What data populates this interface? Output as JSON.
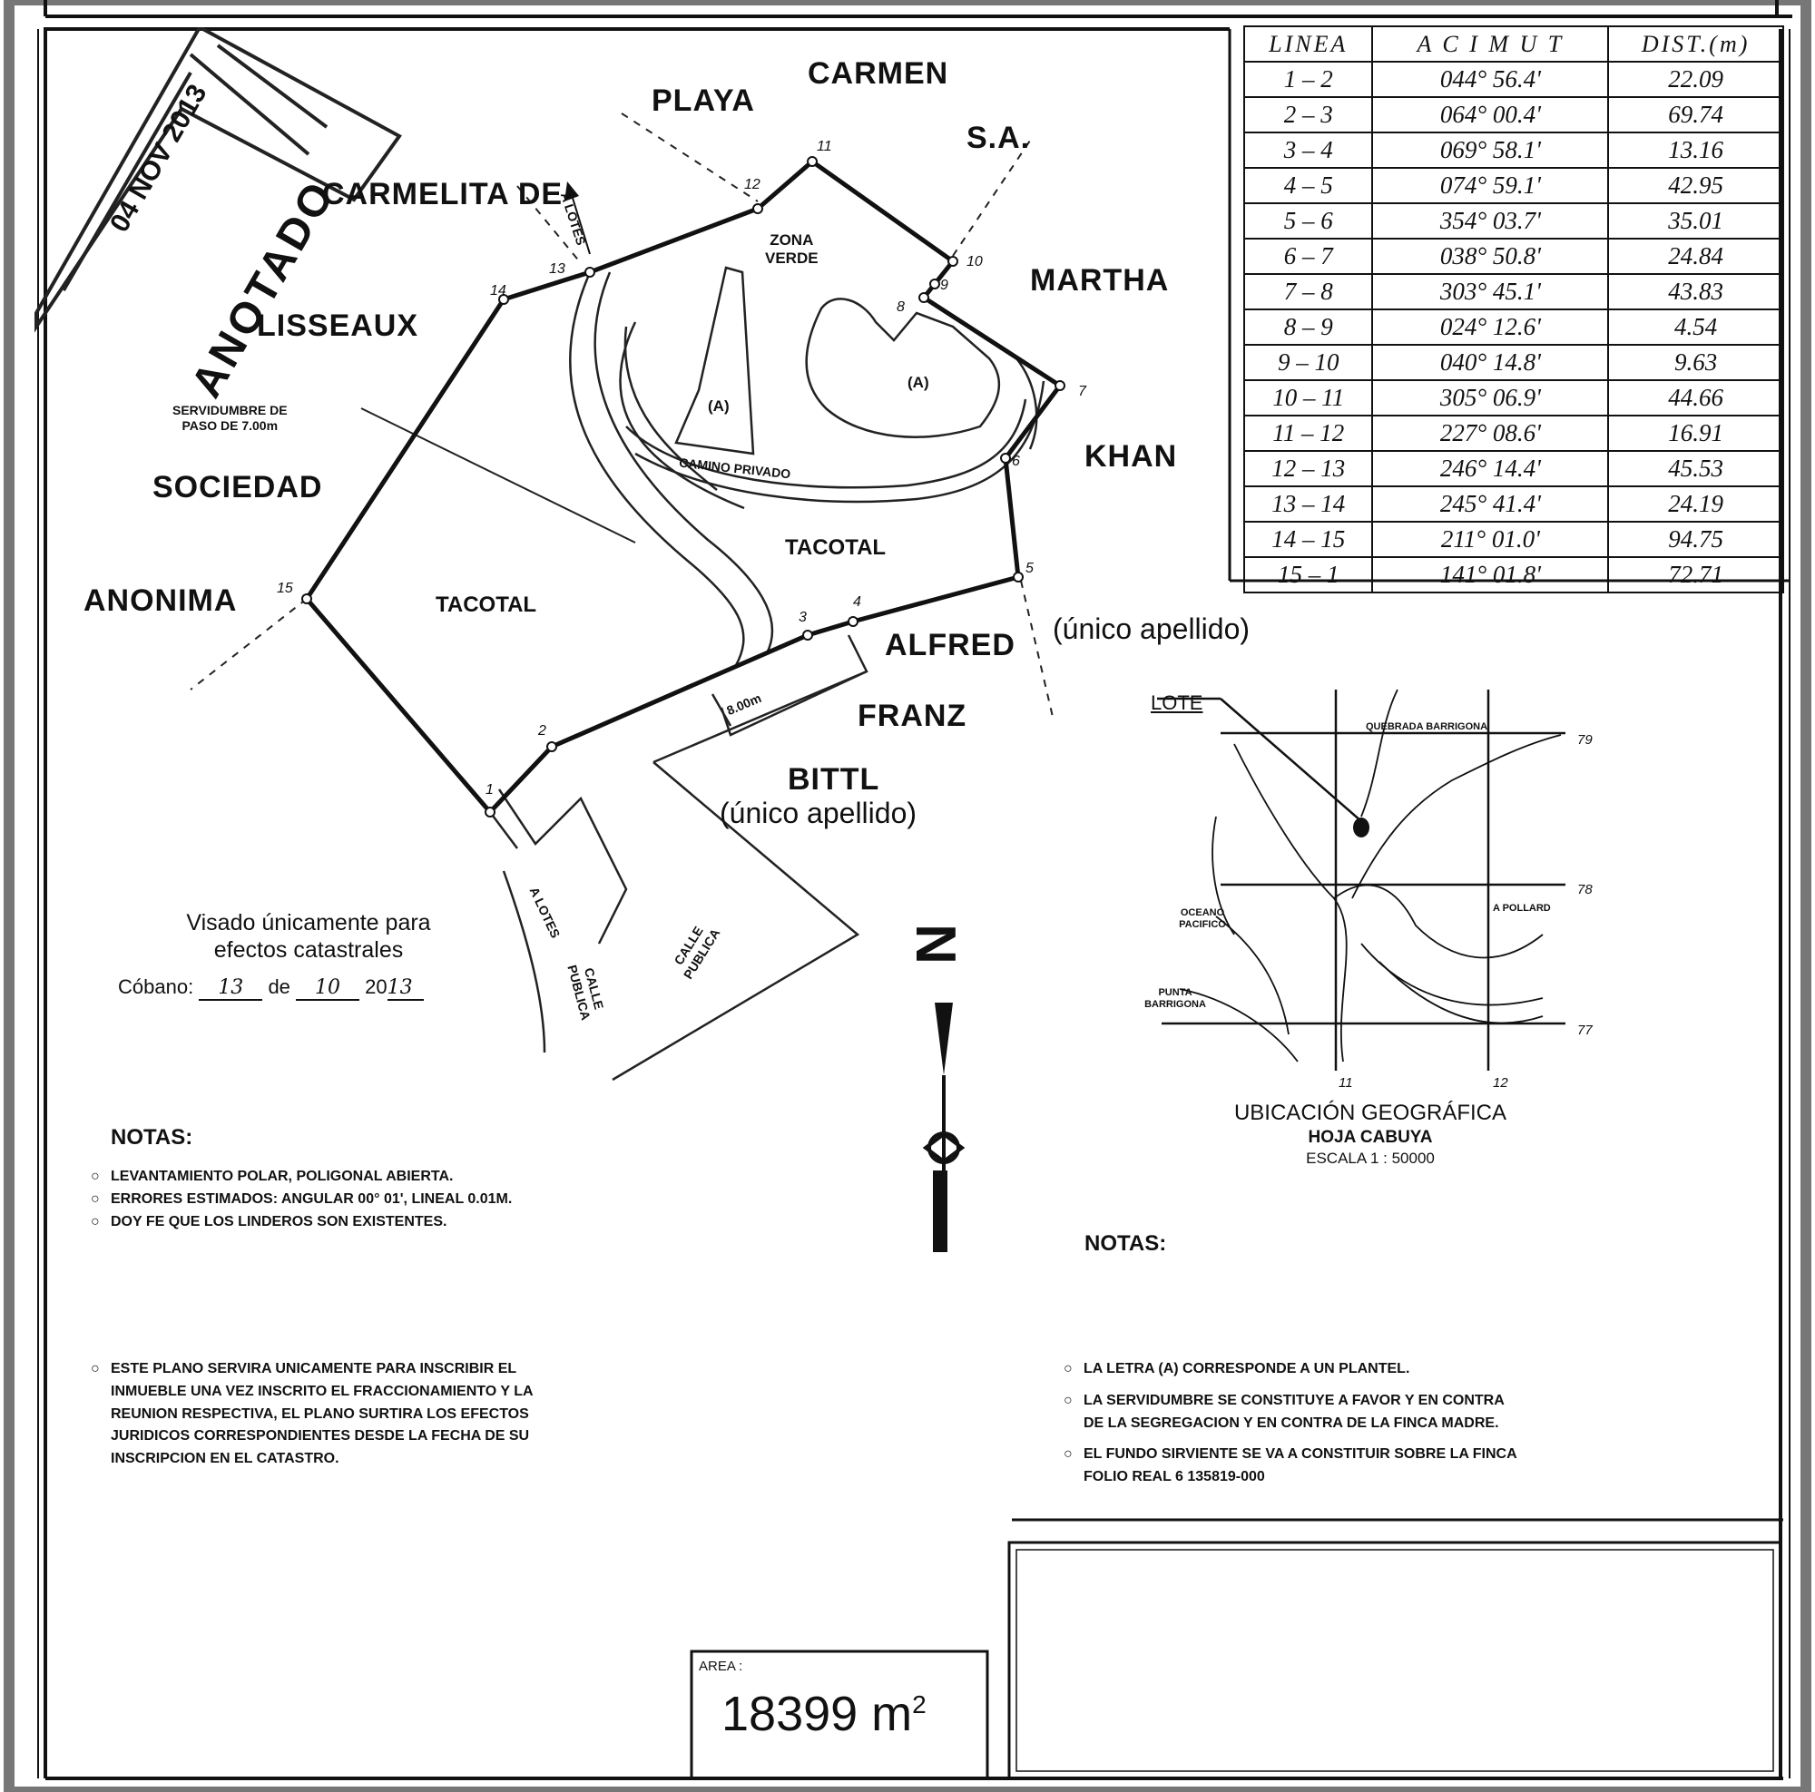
{
  "owners": {
    "carmen": "CARMEN",
    "playa": "PLAYA",
    "sa": "S.A.",
    "carmelita_de": "CARMELITA DE",
    "lisseaux": "LISSEAUX",
    "martha": "MARTHA",
    "khan": "KHAN",
    "unico_apellido_1": "(único apellido)",
    "alfred": "ALFRED",
    "franz": "FRANZ",
    "bittl": "BITTL",
    "unico_apellido_2": "(único apellido)",
    "sociedad": "SOCIEDAD",
    "anonima": "ANONIMA"
  },
  "zones": {
    "zona_verde_1": "ZONA",
    "zona_verde_2": "VERDE",
    "plantel_a": "(A)",
    "tacotal": "TACOTAL",
    "camino_privado": "CAMINO PRIVADO",
    "servidumbre_1": "SERVIDUMBRE DE",
    "servidumbre_2": "PASO DE 7.00m",
    "a_lotes": "A LOTES",
    "width_8": "8.00m",
    "calle_publica_1": "CALLE",
    "calle_publica_2": "PUBLICA"
  },
  "vertices": [
    "1",
    "2",
    "3",
    "4",
    "5",
    "6",
    "7",
    "8",
    "9",
    "10",
    "11",
    "12",
    "13",
    "14",
    "15"
  ],
  "azimuth_table": {
    "headers": [
      "LINEA",
      "A C I M U T",
      "DIST.(m)"
    ],
    "rows": [
      [
        "1 – 2",
        "044° 56.4'",
        "22.09"
      ],
      [
        "2 – 3",
        "064° 00.4'",
        "69.74"
      ],
      [
        "3 – 4",
        "069° 58.1'",
        "13.16"
      ],
      [
        "4 – 5",
        "074° 59.1'",
        "42.95"
      ],
      [
        "5 – 6",
        "354° 03.7'",
        "35.01"
      ],
      [
        "6 – 7",
        "038° 50.8'",
        "24.84"
      ],
      [
        "7 – 8",
        "303° 45.1'",
        "43.83"
      ],
      [
        "8 – 9",
        "024° 12.6'",
        "4.54"
      ],
      [
        "9 – 10",
        "040° 14.8'",
        "9.63"
      ],
      [
        "10 – 11",
        "305° 06.9'",
        "44.66"
      ],
      [
        "11 – 12",
        "227° 08.6'",
        "16.91"
      ],
      [
        "12 – 13",
        "246° 14.4'",
        "45.53"
      ],
      [
        "13 – 14",
        "245° 41.4'",
        "24.19"
      ],
      [
        "14 – 15",
        "211° 01.0'",
        "94.75"
      ],
      [
        "15 – 1",
        "141° 01.8'",
        "72.71"
      ]
    ]
  },
  "stamp": {
    "date": "04 NOV 2013",
    "word": "ANOTADO"
  },
  "visado": {
    "line1": "Visado únicamente para",
    "line2": "efectos catastrales",
    "place": "Cóbano:",
    "day": "13",
    "de": "de",
    "month": "10",
    "year_prefix": "20",
    "year_suffix": "13"
  },
  "location_map": {
    "lote": "LOTE",
    "quebrada": "QUEBRADA BARRIGONA",
    "oceano": "OCEANO PACIFICO",
    "punta": "PUNTA BARRIGONA",
    "a_pollard": "A POLLARD",
    "grid_79": "79",
    "grid_78": "78",
    "grid_77": "77",
    "grid_11": "11",
    "grid_12": "12",
    "title": "UBICACIÓN GEOGRÁFICA",
    "sheet": "HOJA CABUYA",
    "scale": "ESCALA 1 : 50000"
  },
  "notes_left": {
    "title": "NOTAS:",
    "items": [
      "LEVANTAMIENTO POLAR, POLIGONAL ABIERTA.",
      "ERRORES ESTIMADOS: ANGULAR 00° 01', LINEAL 0.01m.",
      "DOY FE QUE LOS LINDEROS SON EXISTENTES."
    ],
    "long_note": [
      "ESTE PLANO SERVIRA UNICAMENTE PARA INSCRIBIR EL",
      "INMUEBLE UNA VEZ INSCRITO EL FRACCIONAMIENTO Y LA",
      "REUNION RESPECTIVA, EL PLANO SURTIRA LOS EFECTOS",
      "JURIDICOS CORRESPONDIENTES DESDE LA FECHA DE SU",
      "INSCRIPCION EN EL CATASTRO."
    ]
  },
  "notes_right": {
    "title": "NOTAS:",
    "item1": "LA LETRA (A) CORRESPONDE A UN PLANTEL.",
    "item2": [
      "LA SERVIDUMBRE SE CONSTITUYE A FAVOR Y EN CONTRA",
      "DE LA SEGREGACION Y EN CONTRA DE LA FINCA MADRE."
    ],
    "item3": [
      "EL FUNDO SIRVIENTE SE VA A CONSTITUIR SOBRE LA FINCA",
      "FOLIO REAL 6 135819-000"
    ]
  },
  "area": {
    "label": "AREA :",
    "value": "18399 m",
    "exp": "2"
  },
  "north": "N"
}
